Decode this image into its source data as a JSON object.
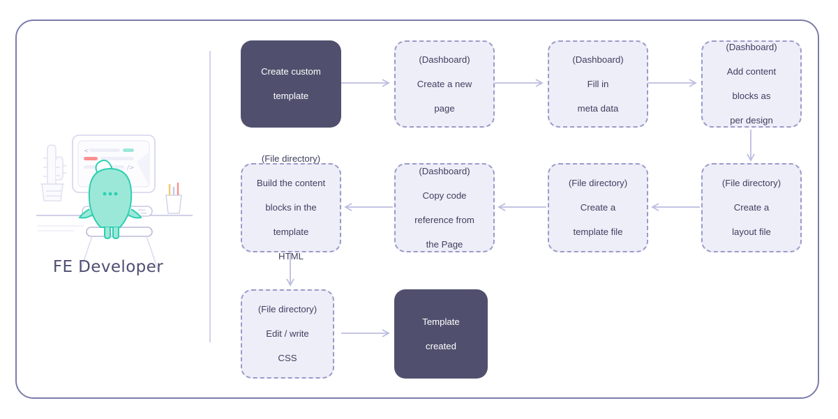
{
  "diagram": {
    "title_label": "FE Developer",
    "illustration_name": "fe-developer-illustration",
    "colors": {
      "frame_border": "#7b7bab",
      "divider": "#d2d2ea",
      "node_solid_bg": "#50506e",
      "node_solid_text": "#ffffff",
      "node_dashed_bg": "#eeeef9",
      "node_dashed_border": "#9a9ac8",
      "node_dashed_text": "#3e3e5e",
      "connector": "#bcbce0",
      "character_body": "#9ce8d8",
      "character_outline": "#2ccfb0",
      "accent_red": "#fc8e8e",
      "accent_teal": "#9ce8d8",
      "label_text": "#4e4e73"
    },
    "nodes": [
      {
        "id": "create-custom-template",
        "style": "solid",
        "lines": [
          "Create custom",
          "template"
        ]
      },
      {
        "id": "dashboard-create-page",
        "style": "dashed",
        "lines": [
          "(Dashboard)",
          "Create a new",
          "page"
        ]
      },
      {
        "id": "dashboard-fill-meta-data",
        "style": "dashed",
        "lines": [
          "(Dashboard)",
          "Fill in",
          "meta data"
        ]
      },
      {
        "id": "dashboard-add-content-blocks",
        "style": "dashed",
        "lines": [
          "(Dashboard)",
          "Add content",
          "blocks as",
          "per design"
        ]
      },
      {
        "id": "file-create-layout-file",
        "style": "dashed",
        "lines": [
          "(File directory)",
          "Create a",
          "layout file"
        ]
      },
      {
        "id": "file-create-template-file",
        "style": "dashed",
        "lines": [
          "(File directory)",
          "Create a",
          "template file"
        ]
      },
      {
        "id": "dashboard-copy-code-reference",
        "style": "dashed",
        "lines": [
          "(Dashboard)",
          "Copy code",
          "reference from",
          "the Page"
        ]
      },
      {
        "id": "file-build-content-blocks",
        "style": "dashed",
        "lines": [
          "(File directory)",
          "Build the content",
          "blocks in the",
          "template",
          "HTML"
        ]
      },
      {
        "id": "file-edit-write-css",
        "style": "dashed",
        "lines": [
          "(File directory)",
          "Edit / write",
          "CSS"
        ]
      },
      {
        "id": "template-created",
        "style": "solid",
        "lines": [
          "Template",
          "created"
        ]
      }
    ],
    "connectors": [
      {
        "id": "arrow-create-to-new-page",
        "direction": "right"
      },
      {
        "id": "arrow-new-page-to-meta-data",
        "direction": "right"
      },
      {
        "id": "arrow-meta-data-to-add-blocks",
        "direction": "right"
      },
      {
        "id": "arrow-add-blocks-to-layout-file",
        "direction": "down"
      },
      {
        "id": "arrow-layout-to-template-file",
        "direction": "left"
      },
      {
        "id": "arrow-template-file-to-copy-code",
        "direction": "left"
      },
      {
        "id": "arrow-copy-code-to-build-blocks",
        "direction": "left"
      },
      {
        "id": "arrow-build-blocks-to-edit-css",
        "direction": "down"
      },
      {
        "id": "arrow-edit-css-to-created",
        "direction": "right"
      }
    ]
  }
}
